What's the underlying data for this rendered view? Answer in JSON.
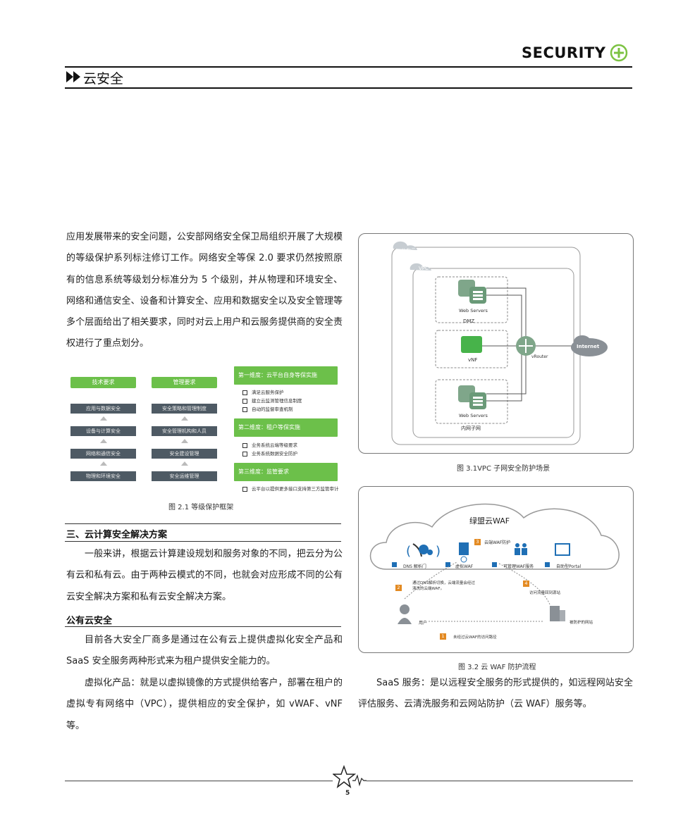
{
  "header": {
    "brand": "SECURITY",
    "section_title": "云安全"
  },
  "body": {
    "intro": "应用发展带来的安全问题，公安部网络安全保卫局组织开展了大规模的等级保护系列标注修订工作。网络安全等保 2.0 要求仍然按照原有的信息系统等级划分标准分为 5 个级别，并从物理和环境安全、网络和通信安全、设备和计算安全、应用和数据安全以及安全管理等多个层面给出了相关要求，同时对云上用户和云服务提供商的安全责权进行了重点划分。",
    "heading3": "三、云计算安全解决方案",
    "para3": "一般来讲，根据云计算建设规划和服务对象的不同，把云分为公有云和私有云。由于两种云模式的不同，也就会对应形成不同的公有云安全解决方案和私有云安全解决方案。",
    "subheading": "公有云安全",
    "para_public": "目前各大安全厂商多是通过在公有云上提供虚拟化安全产品和SaaS 安全服务两种形式来为租户提供安全能力的。",
    "para_virtual": "虚拟化产品：就是以虚拟镜像的方式提供给客户，部署在租户的虚拟专有网络中（VPC），提供相应的安全保护，如 vWAF、vNF 等。",
    "para_saas": "SaaS 服务：是以远程安全服务的形式提供的，如远程网站安全评估服务、云清洗服务和云网站防护（云 WAF）服务等。"
  },
  "fig21": {
    "caption": "图 2.1 等级保护框架",
    "col1_header": "技术要求",
    "col2_header": "管理要求",
    "col1": [
      "应用与数据安全",
      "设备与计算安全",
      "网络和通信安全",
      "物理和环境安全"
    ],
    "col2": [
      "安全策略和管理制度",
      "安全管理机构和人员",
      "安全建设管理",
      "安全运维管理"
    ],
    "tiers": [
      {
        "title": "第一维度：云平台自身等保实施",
        "bullets": [
          "满足云服务保护",
          "建立云监测管理信息制度",
          "自动的监督审查机制"
        ]
      },
      {
        "title": "第二维度：租户等保实施",
        "bullets": [
          "业务系统云端等级要求",
          "业务系统数据安全防护"
        ]
      },
      {
        "title": "第三维度：监管要求",
        "bullets": [
          "云平台以提供更多接口支持第三方监管审计"
        ]
      }
    ]
  },
  "fig31": {
    "caption": "图 3.1VPC 子网安全防护场景",
    "public_cloud": "公有云",
    "vpc": "VPC",
    "web_servers_1": "Web Servers",
    "dmz": "DMZ",
    "vnf": "vNF",
    "vrouter": "vRouter",
    "internet": "Internet",
    "web_servers_2": "Web Servers",
    "inner": "内网子网"
  },
  "fig32": {
    "caption": "图 3.2 云 WAF 防护流程",
    "title": "绿盟云WAF",
    "dns": "DNS 解析门",
    "vwaf": "虚拟WAF",
    "proxy": "云端WAF防护",
    "managed": "可管理WAF服务",
    "portal": "自助型Portal",
    "step1": "未经过云WAF的访问路径",
    "step2_text": "通过DNS解析切换，云端流量会经过清洗的云端WAF。",
    "step4_text": "访问流量回到源站",
    "user": "用户",
    "site": "被防护的网站",
    "nums": [
      "1",
      "2",
      "3",
      "4"
    ]
  },
  "footer": {
    "page": "5"
  },
  "colors": {
    "green": "#6cc04a",
    "dark_box": "#4e5a64",
    "blue": "#1f6fb5"
  }
}
